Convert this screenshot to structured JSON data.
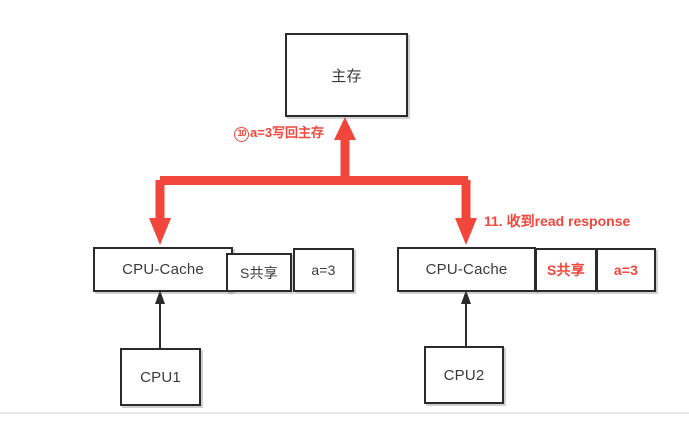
{
  "diagram": {
    "title_region": "MESI cache coherence protocol step diagram",
    "colors": {
      "accent_red": "#f0463c",
      "box_border": "#2b2b2b",
      "box_text": "#3a3a3a",
      "separator": "#e8e8e8"
    },
    "main_memory": {
      "label": "主存"
    },
    "left_node": {
      "cache_label": "CPU-Cache",
      "state_label": "S共享",
      "value_label": "a=3",
      "cpu_label": "CPU1",
      "highlight": false
    },
    "right_node": {
      "cache_label": "CPU-Cache",
      "state_label": "S共享",
      "value_label": "a=3",
      "cpu_label": "CPU2",
      "highlight": true
    },
    "annotations": {
      "writeback": {
        "step_number": "10",
        "step_marker": "⑩",
        "text": "a=3写回主存",
        "full_text": "⑩a=3写回主存"
      },
      "read_response": {
        "step_number": "11",
        "text": "11. 收到read response"
      }
    },
    "arrows": [
      {
        "name": "writeback-up-arrow",
        "direction": "up",
        "color": "#f0463c",
        "from": "bus",
        "to": "main-memory"
      },
      {
        "name": "bus-to-left-cache-arrow",
        "direction": "down",
        "color": "#f0463c",
        "from": "bus",
        "to": "left-cache"
      },
      {
        "name": "bus-to-right-cache-arrow",
        "direction": "down",
        "color": "#f0463c",
        "from": "bus",
        "to": "right-cache"
      },
      {
        "name": "cpu1-to-cache-arrow",
        "direction": "up",
        "color": "#2b2b2b",
        "from": "CPU1",
        "to": "left-cache"
      },
      {
        "name": "cpu2-to-cache-arrow",
        "direction": "up",
        "color": "#2b2b2b",
        "from": "CPU2",
        "to": "right-cache"
      }
    ]
  }
}
